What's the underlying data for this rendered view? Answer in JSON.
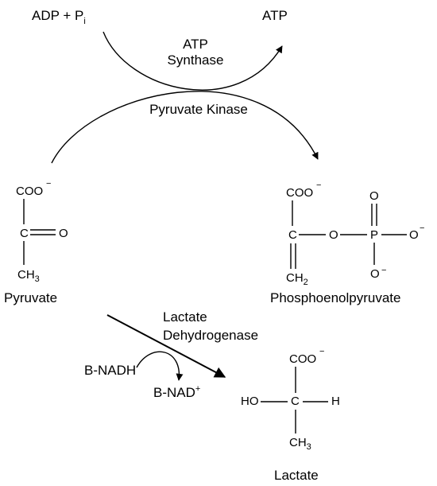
{
  "reactants": {
    "adp_pi": {
      "base": "ADP + P",
      "sub": "i"
    },
    "atp": "ATP",
    "b_nadh": "B-NADH",
    "b_nad": {
      "base": "B-NAD",
      "sup": "+"
    }
  },
  "enzymes": {
    "atp_synthase_line1": "ATP",
    "atp_synthase_line2": "Synthase",
    "pyruvate_kinase": "Pyruvate Kinase",
    "ldh_line1": "Lactate",
    "ldh_line2": "Dehydrogenase"
  },
  "pyruvate": {
    "name": "Pyruvate",
    "coo": "COO",
    "minus": "−",
    "c": "C",
    "o": "O",
    "ch3_base": "CH",
    "ch3_sub": "3"
  },
  "pep": {
    "name": "Phosphoenolpyruvate",
    "coo": "COO",
    "minus": "−",
    "c": "C",
    "o_bridge": "O",
    "p": "P",
    "o_top": "O",
    "o_right": "O",
    "o_right_minus": "−",
    "o_bottom": "O",
    "o_bottom_minus": "−",
    "ch2_base": "CH",
    "ch2_sub": "2"
  },
  "lactate": {
    "name": "Lactate",
    "coo": "COO",
    "minus": "−",
    "ho": "HO",
    "c": "C",
    "h": "H",
    "ch3_base": "CH",
    "ch3_sub": "3"
  }
}
